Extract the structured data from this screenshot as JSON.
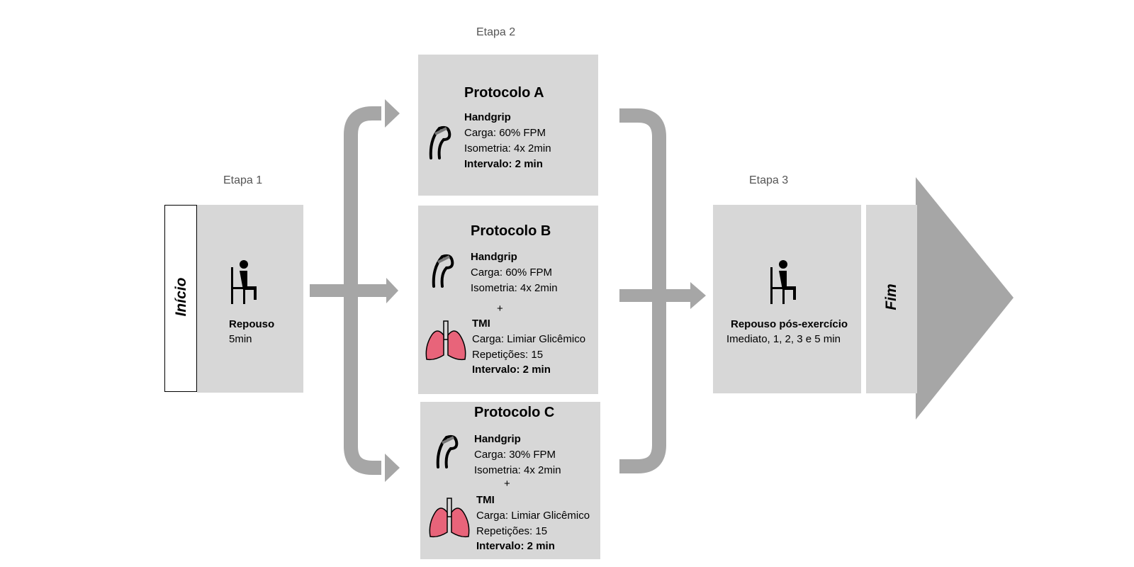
{
  "stages": {
    "stage1": "Etapa 1",
    "stage2": "Etapa 2",
    "stage3": "Etapa 3"
  },
  "start_label": "Início",
  "end_label": "Fim",
  "rest": {
    "title": "Repouso",
    "duration": "5min"
  },
  "protocol_a": {
    "title": "Protocolo A",
    "hg_title": "Handgrip",
    "hg_load": "Carga: 60% FPM",
    "hg_iso": "Isometria: 4x 2min",
    "interval": "Intervalo: 2 min"
  },
  "protocol_b": {
    "title": "Protocolo B",
    "hg_title": "Handgrip",
    "hg_load": "Carga: 60% FPM",
    "hg_iso": "Isometria: 4x 2min",
    "plus": "+",
    "tmi_title": "TMI",
    "tmi_load": "Carga: Limiar Glicêmico",
    "tmi_reps": "Repetições: 15",
    "interval": "Intervalo: 2 min"
  },
  "protocol_c": {
    "title": "Protocolo C",
    "hg_title": "Handgrip",
    "hg_load": "Carga: 30% FPM",
    "hg_iso": "Isometria: 4x 2min",
    "plus": "+",
    "tmi_title": "TMI",
    "tmi_load": "Carga: Limiar Glicêmico",
    "tmi_reps": "Repetições: 15",
    "interval": "Intervalo: 2 min"
  },
  "post_rest": {
    "title": "Repouso pós-exercício",
    "times": "Imediato, 1, 2, 3 e 5 min"
  },
  "colors": {
    "box": "#d7d7d7",
    "arrow": "#a6a6a6",
    "lung": "#e8647a"
  }
}
